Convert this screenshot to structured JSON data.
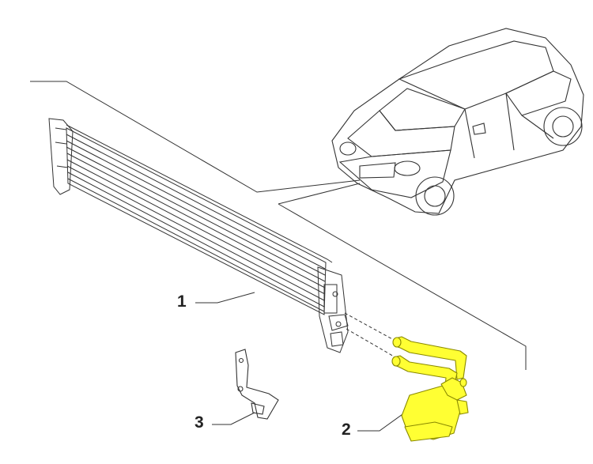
{
  "diagram": {
    "callouts": [
      {
        "number": "1",
        "part": "cooler-core"
      },
      {
        "number": "2",
        "part": "hose-assembly"
      },
      {
        "number": "3",
        "part": "mounting-bracket"
      }
    ],
    "colors": {
      "line_art": "#333333",
      "highlight_fill": "#ffff33",
      "highlight_stroke": "#8a8a00",
      "background": "#ffffff"
    }
  }
}
